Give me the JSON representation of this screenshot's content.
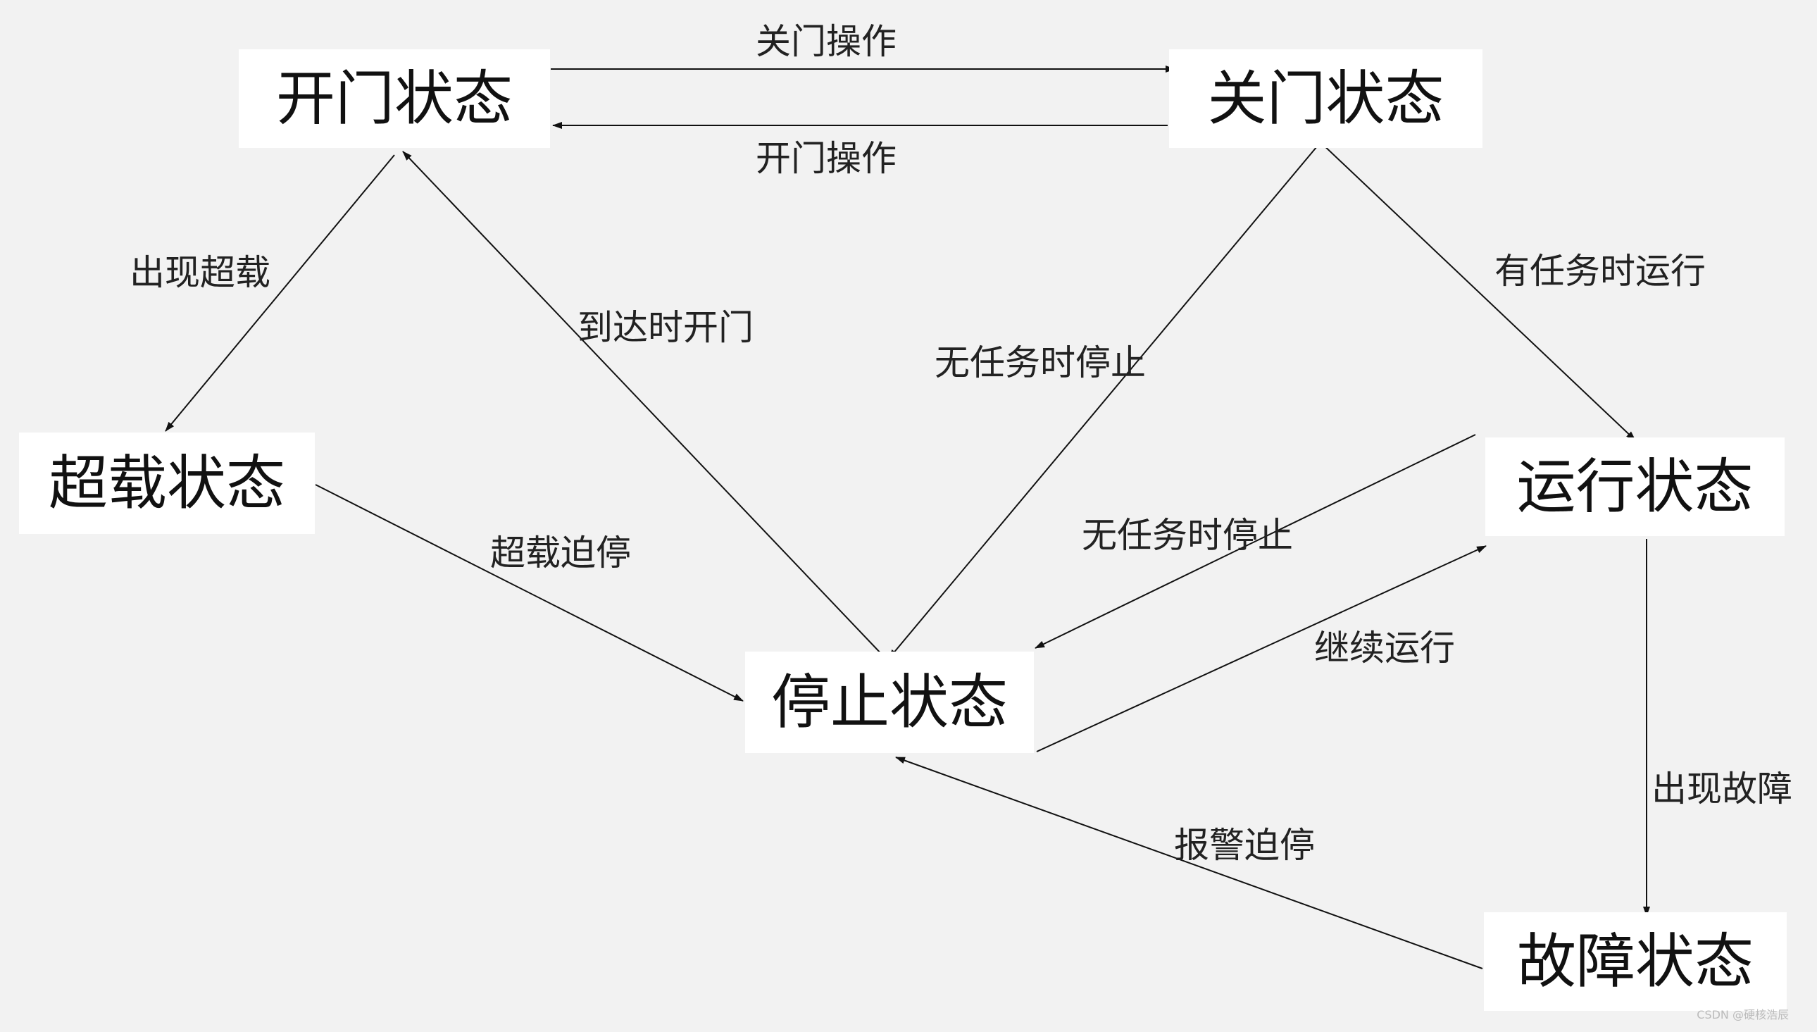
{
  "states": {
    "open": "开门状态",
    "closed": "关门状态",
    "overload": "超载状态",
    "running": "运行状态",
    "stopped": "停止状态",
    "fault": "故障状态"
  },
  "transitions": {
    "close_op": "关门操作",
    "open_op": "开门操作",
    "overload_detected": "出现超载",
    "arrive_open": "到达时开门",
    "idle_stop_from_closed": "无任务时停止",
    "task_run": "有任务时运行",
    "overload_stop": "超载迫停",
    "idle_stop_from_running": "无任务时停止",
    "continue_run": "继续运行",
    "fault_detected": "出现故障",
    "alarm_stop": "报警迫停"
  },
  "watermark": "CSDN @硬核浩辰"
}
